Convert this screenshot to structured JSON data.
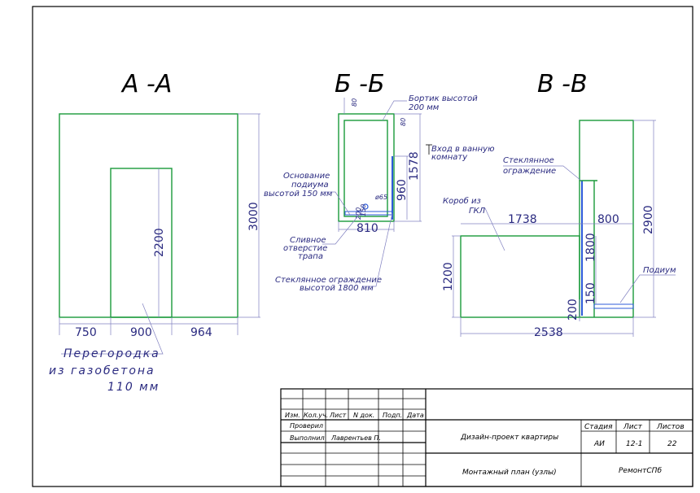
{
  "sections": {
    "a": {
      "title": "А -А",
      "dims": {
        "height_total": "3000",
        "door_height": "2200",
        "w_left": "750",
        "w_mid": "900",
        "w_right": "964"
      },
      "note": [
        "Перегородка",
        "из газобетона",
        "110 мм"
      ]
    },
    "b": {
      "title": "Б -Б",
      "dims": {
        "rim_top": "80",
        "rim_right": "80",
        "height": "1578",
        "glass": "960",
        "width": "810",
        "drain": "ø65",
        "base": "150",
        "bottom": "200"
      },
      "notes": {
        "rim": [
          "Бортик высотой",
          "200 мм"
        ],
        "entry": [
          "Вход в ванную",
          "комнату"
        ],
        "base": [
          "Основание",
          "подиума",
          "высотой 150 мм"
        ],
        "drain": [
          "Сливное",
          "отверстие",
          "трапа"
        ],
        "glass": [
          "Стеклянное ограждение",
          "высотой 1800 мм"
        ]
      }
    },
    "c": {
      "title": "В -В",
      "dims": {
        "box_len": "1738",
        "box_h": "1200",
        "right_w": "800",
        "height": "2900",
        "glass": "1800",
        "d150": "150",
        "d200": "200",
        "total": "2538"
      },
      "notes": {
        "glass": [
          "Стеклянное",
          "ограждение"
        ],
        "box": [
          "Короб из",
          "ГКЛ"
        ],
        "podium": "Подиум"
      }
    }
  },
  "title_block": {
    "headers": [
      "Изм.",
      "Кол.уч.",
      "Лист",
      "N док.",
      "Подп.",
      "Дата"
    ],
    "checked_label": "Проверил",
    "made_label": "Выполнил",
    "made_name": "Лаврентьев П.",
    "project": "Дизайн-проект квартиры",
    "sheet_title": "Монтажный план (узлы)",
    "stage_label": "Стадия",
    "sheet_label": "Лист",
    "sheets_label": "Листов",
    "stage": "АИ",
    "sheet": "12-1",
    "sheets": "22",
    "org": "РемонтСПб"
  }
}
